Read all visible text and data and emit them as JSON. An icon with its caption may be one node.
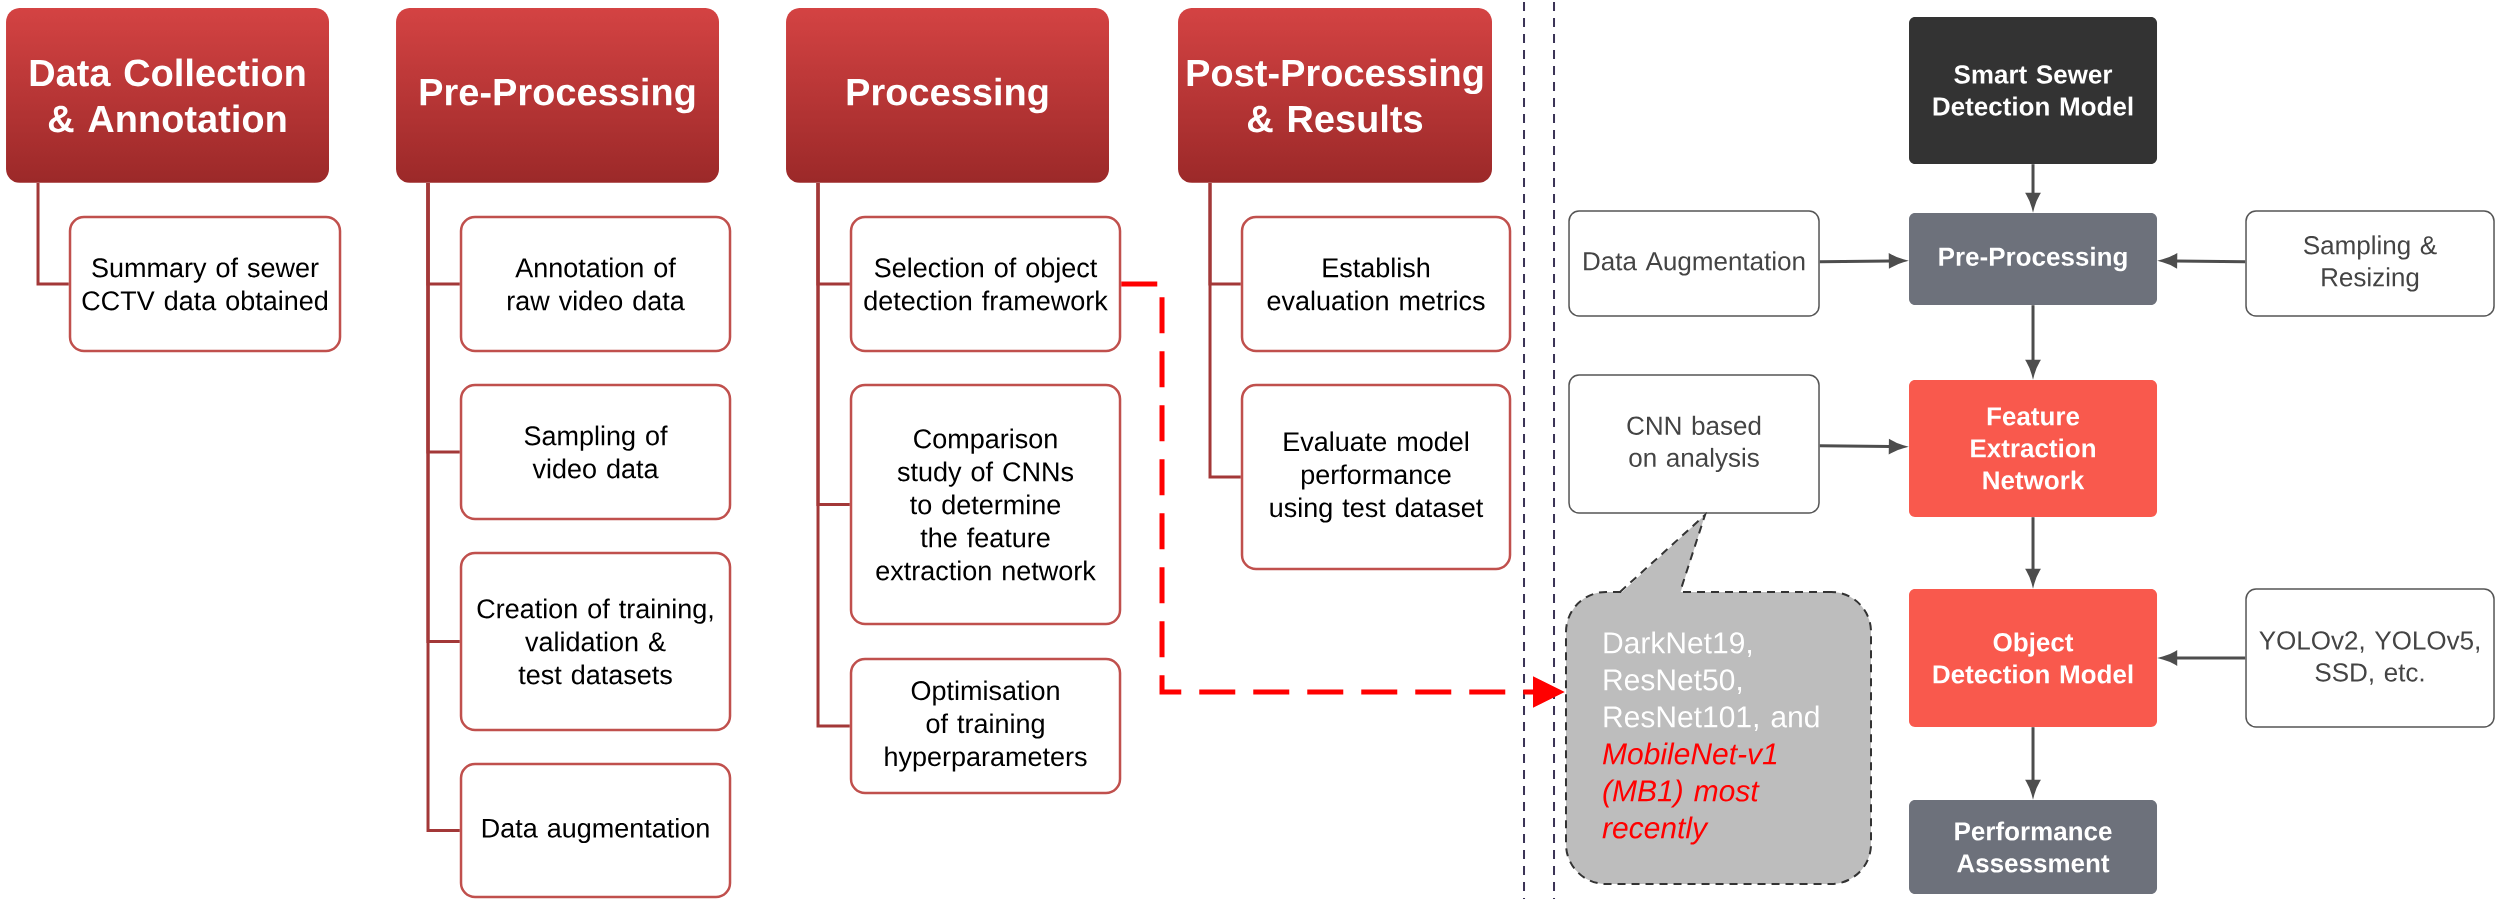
{
  "diagram": {
    "nodes": [
      {
        "text": [
          "Data Collection & Annotation"
        ]
      },
      {
        "text": [
          "Summary of sewer CCTV data obtained"
        ]
      },
      {
        "text": [
          "Pre-Processing"
        ]
      },
      {
        "text": [
          "Annotation of raw video data"
        ]
      },
      {
        "text": [
          "Sampling of video data"
        ]
      },
      {
        "text": [
          "Creation of training, validation & test datasets"
        ]
      },
      {
        "text": [
          "Data augmentation"
        ]
      },
      {
        "text": [
          "Processing"
        ]
      },
      {
        "text": [
          "Selection of object detection framework"
        ]
      },
      {
        "text": [
          "Comparison study of CNNs to determine the feature extraction network"
        ]
      },
      {
        "text": [
          "Optimisation of training hyperparameters"
        ]
      },
      {
        "text": [
          "Post-Processing & Results"
        ]
      },
      {
        "text": [
          "Establish evaluation metrics"
        ]
      },
      {
        "text": [
          "Evaluate model performance using test dataset"
        ]
      },
      {
        "text": [
          "Smart Sewer Detection Model"
        ]
      },
      {
        "text": [
          "Data Augmentation"
        ]
      },
      {
        "text": [
          "Pre-Processing"
        ]
      },
      {
        "text": [
          "Sampling & Resizing"
        ]
      },
      {
        "text": [
          "CNN based on analysis"
        ]
      },
      {
        "text": [
          "Feature Extraction Network"
        ]
      },
      {
        "text": [
          "DarkNet19, ResNet50, ResNet101, and",
          "MobileNet-v1 (MB1) most recently"
        ]
      },
      {
        "text": [
          "Object Detection Model"
        ]
      },
      {
        "text": [
          "YOLOv2, YOLOv5, SSD, etc."
        ]
      },
      {
        "text": [
          "Performance Assessment"
        ]
      }
    ],
    "edges": [
      {
        "from": 0,
        "to": 1,
        "arrow": "none"
      },
      {
        "from": 2,
        "to": 3,
        "arrow": "none"
      },
      {
        "from": 2,
        "to": 4,
        "arrow": "none"
      },
      {
        "from": 2,
        "to": 5,
        "arrow": "none"
      },
      {
        "from": 2,
        "to": 6,
        "arrow": "none"
      },
      {
        "from": 7,
        "to": 8,
        "arrow": "none"
      },
      {
        "from": 7,
        "to": 9,
        "arrow": "none"
      },
      {
        "from": 7,
        "to": 10,
        "arrow": "none"
      },
      {
        "from": 11,
        "to": 12,
        "arrow": "none"
      },
      {
        "from": 11,
        "to": 13,
        "arrow": "none"
      },
      {
        "from": 8,
        "to": 20,
        "arrow": "to",
        "style": "dashed",
        "color": "#ff0000"
      },
      {
        "from": 14,
        "to": 16,
        "arrow": "to",
        "color": "#4d4d4d"
      },
      {
        "from": 15,
        "to": 16,
        "arrow": "to",
        "color": "#4d4d4d"
      },
      {
        "from": 17,
        "to": 16,
        "arrow": "to",
        "color": "#4d4d4d"
      },
      {
        "from": 16,
        "to": 19,
        "arrow": "to",
        "color": "#4d4d4d"
      },
      {
        "from": 18,
        "to": 19,
        "arrow": "to",
        "color": "#4d4d4d"
      },
      {
        "from": 19,
        "to": 21,
        "arrow": "to",
        "color": "#4d4d4d"
      },
      {
        "from": 22,
        "to": 21,
        "arrow": "to",
        "color": "#4d4d4d"
      },
      {
        "from": 21,
        "to": 23,
        "arrow": "to",
        "color": "#4d4d4d"
      }
    ]
  }
}
